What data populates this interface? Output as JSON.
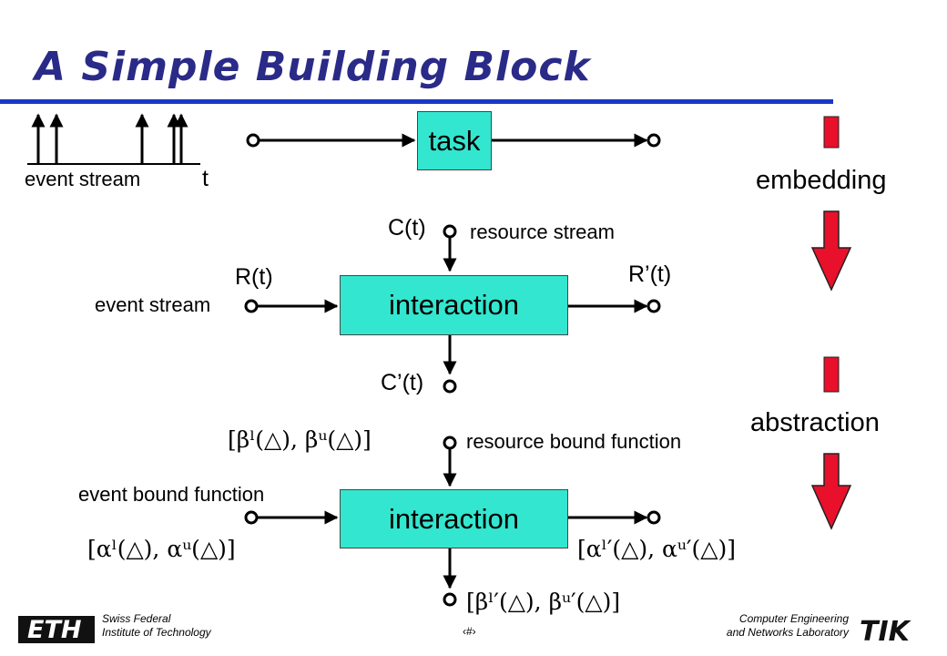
{
  "title": "A Simple Building Block",
  "top_row": {
    "event_stream_label": "event stream",
    "time_axis_label": "t",
    "task_label": "task"
  },
  "arrows": {
    "embedding_label": "embedding",
    "abstraction_label": "abstraction"
  },
  "concrete": {
    "resource_in": "C(t)",
    "resource_stream_label": "resource stream",
    "event_in": "R(t)",
    "event_stream_label": "event stream",
    "event_out": "R’(t)",
    "interaction_label": "interaction",
    "resource_out": "C’(t)"
  },
  "abstract": {
    "resource_bound_label": "resource bound function",
    "event_bound_label": "event bound function",
    "interaction_label": "interaction",
    "beta_in": "[βˡ(△), βᵘ(△)]",
    "alpha_in": "[αˡ(△), αᵘ(△)]",
    "alpha_out": "[αˡ′(△), αᵘ′(△)]",
    "beta_out": "[βˡ′(△), βᵘ′(△)]"
  },
  "colors": {
    "title": "#2a2a88",
    "title_rule": "#1a37c8",
    "box_fill": "#33e6cf",
    "big_arrow": "#e8102a"
  },
  "footer": {
    "left_line1": "Swiss Federal",
    "left_line2": "Institute of Technology",
    "page_number": "‹#›",
    "right_line1": "Computer Engineering",
    "right_line2": "and Networks Laboratory",
    "logo_left": "ETH",
    "logo_right": "TIK"
  }
}
